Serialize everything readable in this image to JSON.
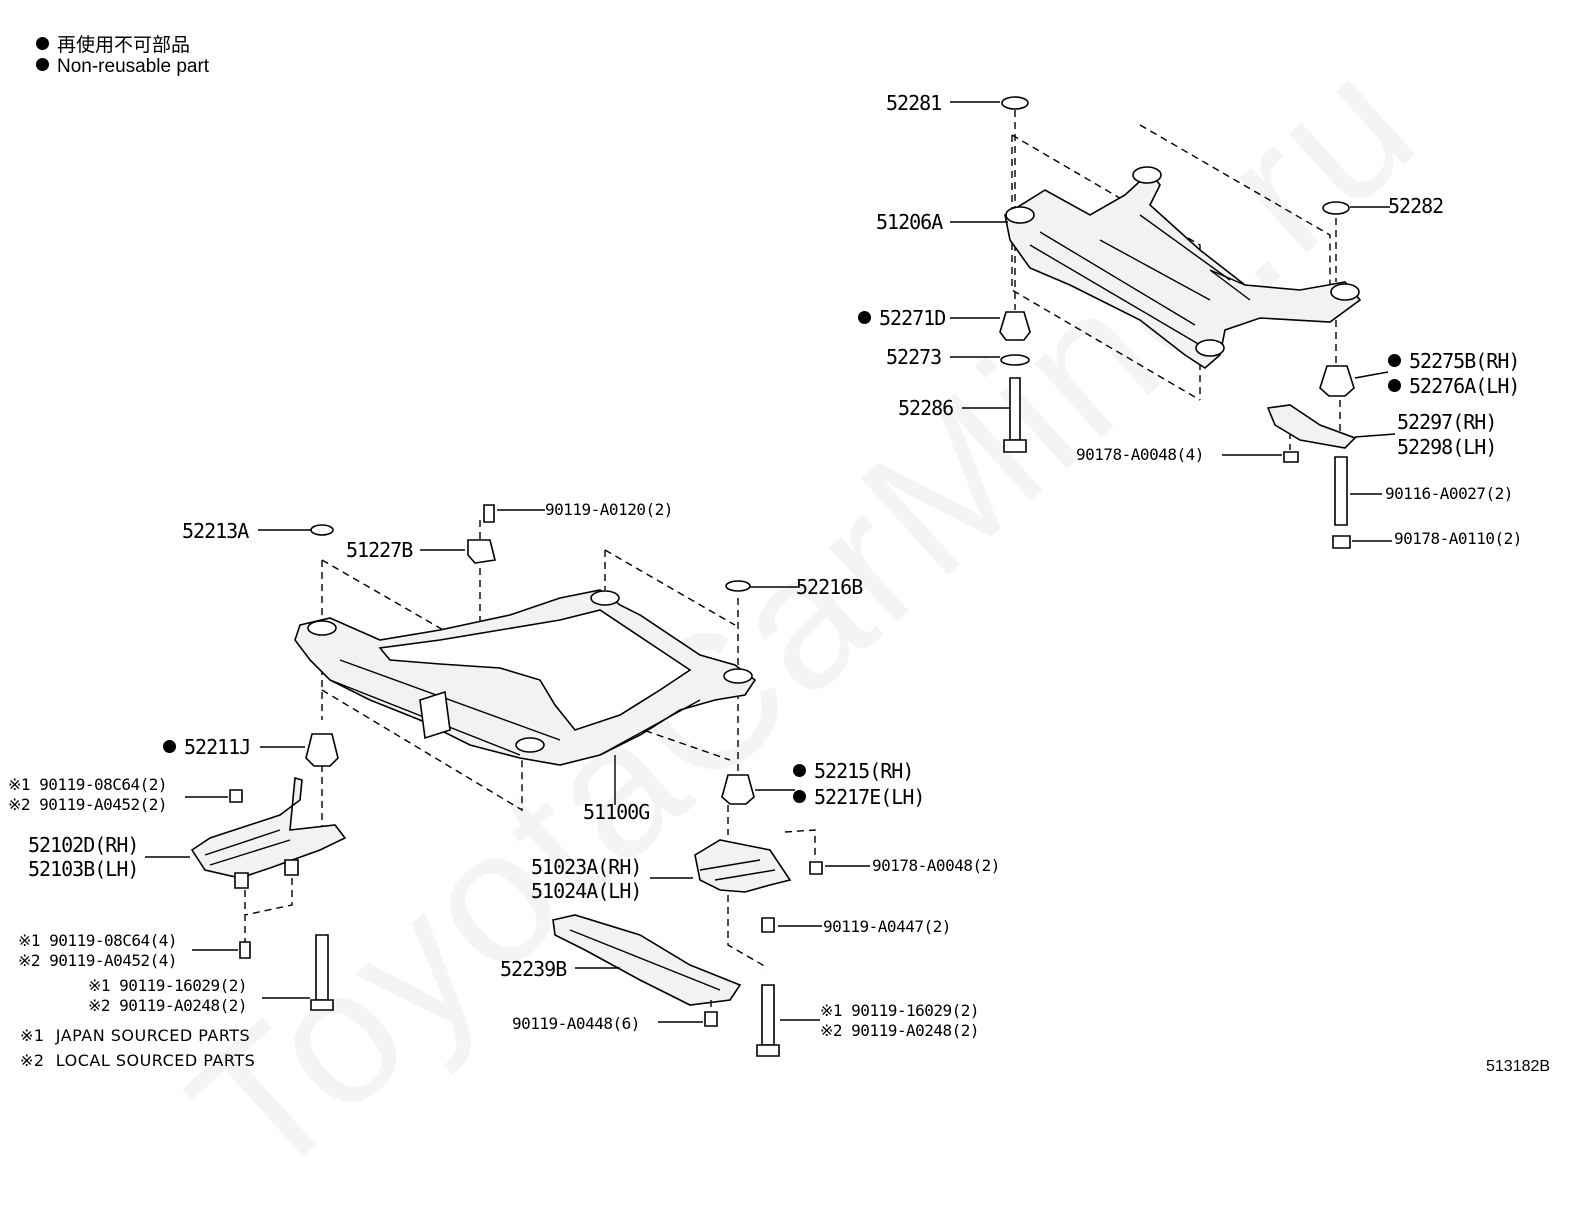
{
  "legend": {
    "items": [
      {
        "text": "再使用不可部品"
      },
      {
        "text": "Non-reusable part"
      }
    ]
  },
  "watermark": "ToyotaCarMine.ru",
  "footnotes": [
    {
      "mark": "※1",
      "text": "JAPAN SOURCED PARTS"
    },
    {
      "mark": "※2",
      "text": "LOCAL SOURCED PARTS"
    }
  ],
  "diagram_ref": "513182B",
  "parts": {
    "p52281": "52281",
    "p51206A": "51206A",
    "p52282": "52282",
    "p52271D": "52271D",
    "p52273": "52273",
    "p52275B": "52275B(RH)",
    "p52276A": "52276A(LH)",
    "p52286": "52286",
    "p52297": "52297(RH)",
    "p52298": "52298(LH)",
    "p90178_A0048_4": "90178-A0048(4)",
    "p90116_A0027": "90116-A0027(2)",
    "p90178_A0110": "90178-A0110(2)",
    "p90119_A0120": "90119-A0120(2)",
    "p52213A": "52213A",
    "p51227B": "51227B",
    "p52216B": "52216B",
    "p52211J": "52211J",
    "p90119_08C64_2": "※1 90119-08C64(2)",
    "p90119_A0452_2": "※2 90119-A0452(2)",
    "p52102D": "52102D(RH)",
    "p52103B": "52103B(LH)",
    "p51100G": "51100G",
    "p52215": "52215(RH)",
    "p52217E": "52217E(LH)",
    "p51023A": "51023A(RH)",
    "p51024A": "51024A(LH)",
    "p90178_A0048_2": "90178-A0048(2)",
    "p90119_A0447": "90119-A0447(2)",
    "p52239B": "52239B",
    "p90119_08C64_4": "※1 90119-08C64(4)",
    "p90119_A0452_4": "※2 90119-A0452(4)",
    "p90119_16029_L": "※1 90119-16029(2)",
    "p90119_A0248_L": "※2 90119-A0248(2)",
    "p90119_A0448": "90119-A0448(6)",
    "p90119_16029_R": "※1 90119-16029(2)",
    "p90119_A0248_R": "※2 90119-A0248(2)"
  }
}
